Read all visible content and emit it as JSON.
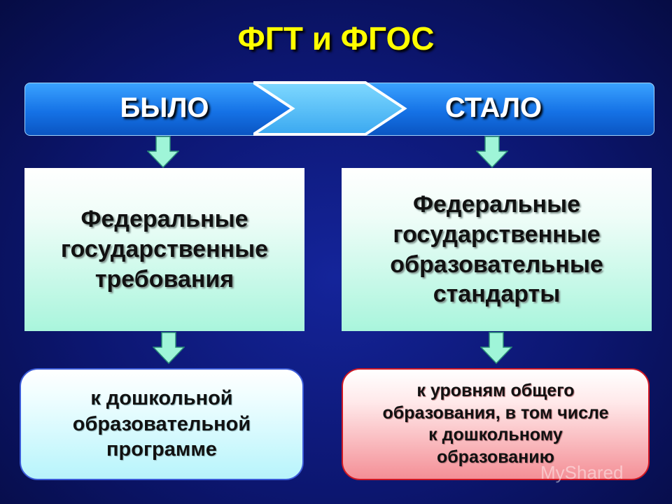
{
  "title": "ФГТ и ФГОС",
  "band": {
    "left_label": "БЫЛО",
    "right_label": "СТАЛО"
  },
  "left_box": {
    "lines": [
      "Федеральные",
      "государственные",
      "требования"
    ]
  },
  "right_box": {
    "lines": [
      "Федеральные",
      "государственные",
      "образовательные",
      "стандарты"
    ]
  },
  "bottom_left": {
    "lines": [
      "к дошкольной",
      "образовательной",
      "программе"
    ]
  },
  "bottom_right": {
    "lines": [
      "к уровням общего",
      "образования, в том числе",
      "к дошкольному",
      "образованию"
    ]
  },
  "watermark": "MyShared",
  "colors": {
    "title": "#ffff00",
    "band": "#1572e6",
    "arrow": "#9ff5d8",
    "mid_box_bottom": "#a9f5dc",
    "bottom_left_bottom": "#b7f4fb",
    "bottom_right_bottom": "#f48f96",
    "bottom_right_border": "#d01824"
  },
  "icons": [
    "down-arrow-icon",
    "chevron-arrow-icon"
  ]
}
